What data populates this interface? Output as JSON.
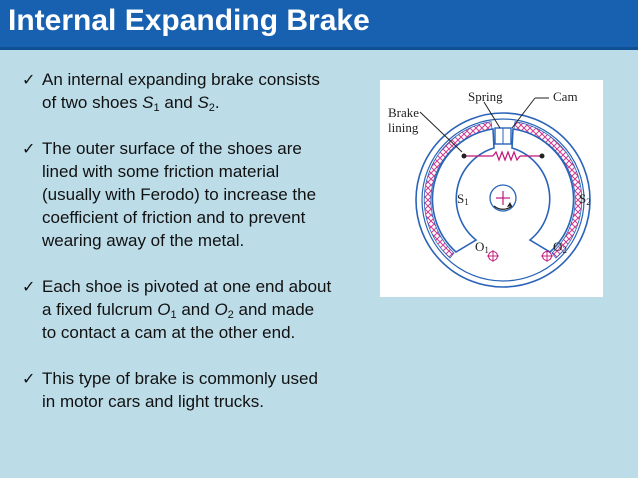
{
  "title": "Internal Expanding Brake",
  "bullets": [
    {
      "line1": "An internal expanding brake consists",
      "line2_pre": "of two shoes ",
      "s": "S",
      "s1_sub": "1",
      "and": " and ",
      "s2_sub": "2",
      "end": "."
    },
    {
      "lines": [
        "The outer surface of the shoes are",
        "lined with some friction material",
        "(usually with Ferodo) to increase the",
        "coefficient of friction and to prevent",
        "wearing away of the metal."
      ]
    },
    {
      "line1": "Each shoe is pivoted at one end about",
      "line2_pre": "a fixed fulcrum ",
      "o": "O",
      "o1_sub": "1",
      "and": " and ",
      "o2_sub": "2",
      "line2_post": " and made",
      "line3": "to contact a cam at the other end."
    },
    {
      "lines": [
        "This type of brake is commonly used",
        "in motor cars and light trucks."
      ]
    }
  ],
  "check_icon": "✓",
  "figure": {
    "spring": "Spring",
    "cam": "Cam",
    "brake": "Brake",
    "lining": "lining",
    "s": "S",
    "s1_sub": "1",
    "s2_sub": "2",
    "o": "O",
    "o1_sub": "1",
    "o2_sub": "2"
  },
  "colors": {
    "background": "#bcdce8",
    "title_bar": "#1761b0",
    "diagram_line": "#2a63b8",
    "lining": "#d23b8e",
    "spring": "#c0157a"
  }
}
